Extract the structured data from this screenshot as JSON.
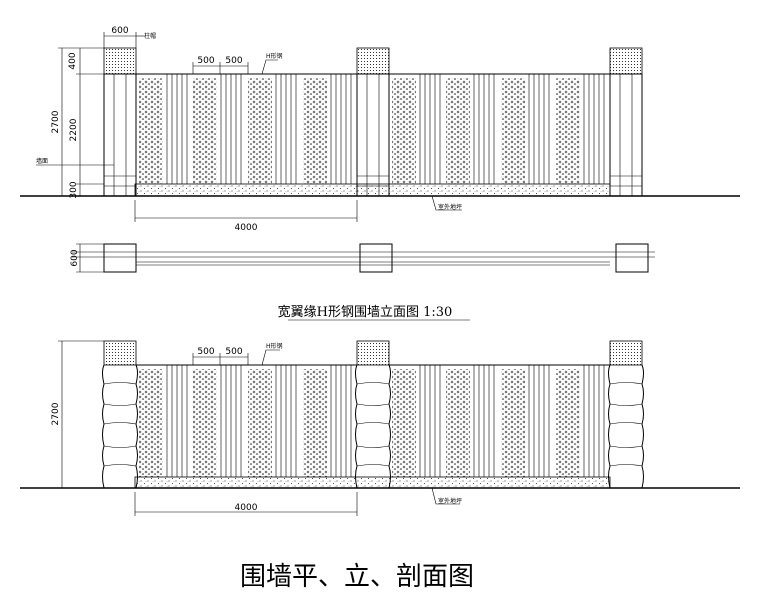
{
  "elevation_a": {
    "dims": {
      "pier_width": "600",
      "cap_height": "400",
      "overall_height": "2700",
      "panel_height": "2200",
      "base_height": "300",
      "panel_spacing_1": "500",
      "panel_spacing_2": "500",
      "span": "4000"
    },
    "notes": {
      "pier_cap": "柱帽",
      "steel_member": "H形钢",
      "side": "墙面",
      "ground": "室外地坪"
    }
  },
  "plan": {
    "dims": {
      "pier_depth": "600"
    }
  },
  "section_title": "宽翼缘H形钢围墙立面图   1:30",
  "elevation_b": {
    "dims": {
      "overall_height": "2700",
      "panel_spacing_1": "500",
      "panel_spacing_2": "500",
      "span": "4000"
    },
    "notes": {
      "steel_member": "H形钢",
      "ground": "室外地坪"
    }
  },
  "main_title": "围墙平、立、剖面图"
}
